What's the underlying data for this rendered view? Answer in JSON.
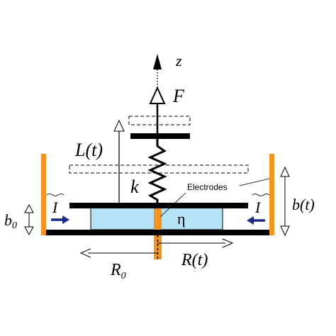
{
  "labels": {
    "z": "z",
    "F": "F",
    "L": "L(t)",
    "k": "k",
    "electrodes": "Electrodes",
    "eta": "η",
    "b0_main": "b",
    "b0_sub": "0",
    "I_left": "I",
    "I_right": "I",
    "b_t": "b(t)",
    "R0_main": "R",
    "R0_sub": "0",
    "R_t": "R(t)"
  },
  "colors": {
    "electrode": "#f7941d",
    "fluid": "#b3e3f5",
    "arrow_current": "#1b2a8a",
    "plate": "#000000"
  }
}
